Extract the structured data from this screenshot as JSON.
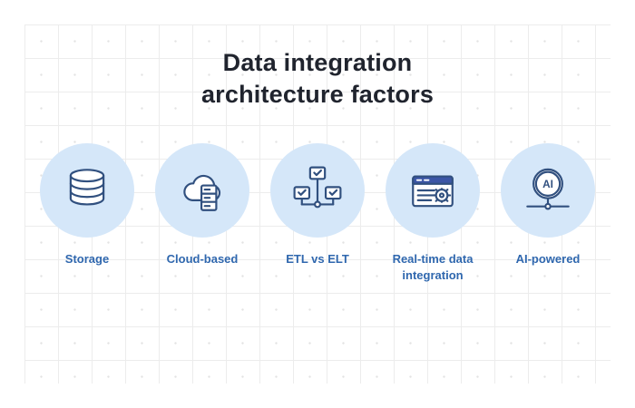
{
  "title": {
    "line1": "Data integration",
    "line2": "architecture factors"
  },
  "factors": [
    {
      "label": "Storage",
      "icon": "database-icon"
    },
    {
      "label": "Cloud-based",
      "icon": "cloud-server-icon"
    },
    {
      "label": "ETL vs ELT",
      "icon": "etl-monitors-icon"
    },
    {
      "label": "Real-time data integration",
      "icon": "realtime-window-gear-icon"
    },
    {
      "label": "AI-powered",
      "icon": "ai-badge-icon",
      "icon_text": "AI"
    }
  ],
  "colors": {
    "circle_bg": "#d5e7f9",
    "icon_stroke": "#31507f",
    "icon_fill": "#ffffff",
    "accent_fill": "#3c56a6",
    "label_color": "#2f67ae",
    "title_color": "#20242e",
    "grid_line": "#ececec"
  }
}
